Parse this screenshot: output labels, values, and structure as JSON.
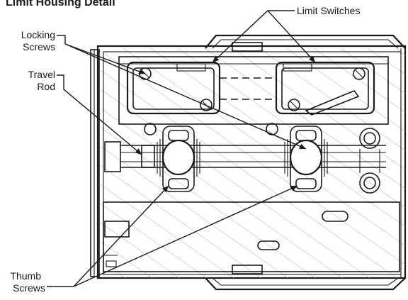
{
  "title": "Limit Housing Detail",
  "callouts": {
    "limit_switches": "Limit Switches",
    "locking_screws": [
      "Locking",
      "Screws"
    ],
    "travel_rod": [
      "Travel",
      "Rod"
    ],
    "thumb_screws": [
      "Thumb",
      "Screws"
    ]
  }
}
